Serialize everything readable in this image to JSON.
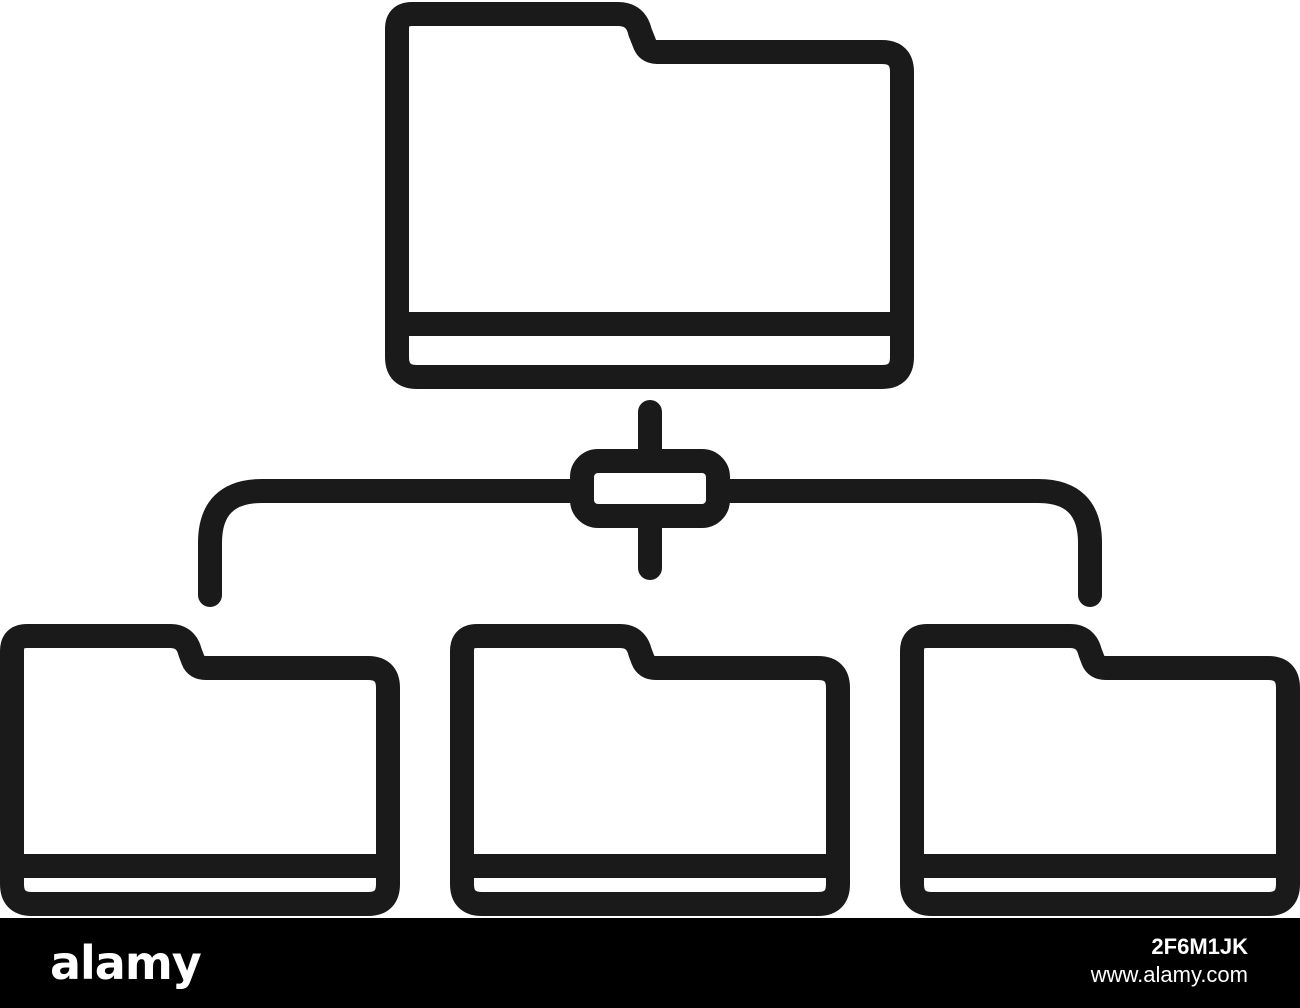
{
  "illustration": {
    "icon_name": "folder-network-icon",
    "stroke_color": "#1a1a1a",
    "background_color": "#ffffff"
  },
  "footer": {
    "background_color": "#000000",
    "text_color": "#ffffff",
    "brand": "alamy",
    "image_id": "2F6M1JK",
    "site": "www.alamy.com"
  }
}
